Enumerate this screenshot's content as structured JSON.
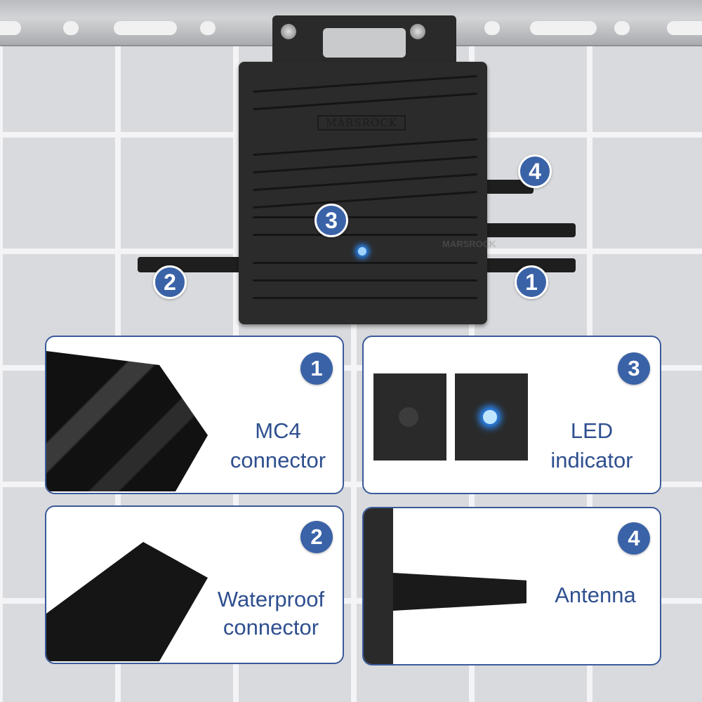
{
  "brand": "MARSROCK",
  "watermark": "MARSROCK",
  "callouts": [
    "1",
    "2",
    "3",
    "4"
  ],
  "cards": [
    {
      "number": "1",
      "line1": "MC4",
      "line2": "connector"
    },
    {
      "number": "3",
      "line1": "LED",
      "line2": "indicator"
    },
    {
      "number": "2",
      "line1": "Waterproof",
      "line2": "connector"
    },
    {
      "number": "4",
      "line1": "Antenna",
      "line2": ""
    }
  ],
  "colors": {
    "badge": "#3a62a7",
    "text": "#2e4f8f",
    "led": "#2a8cff"
  }
}
